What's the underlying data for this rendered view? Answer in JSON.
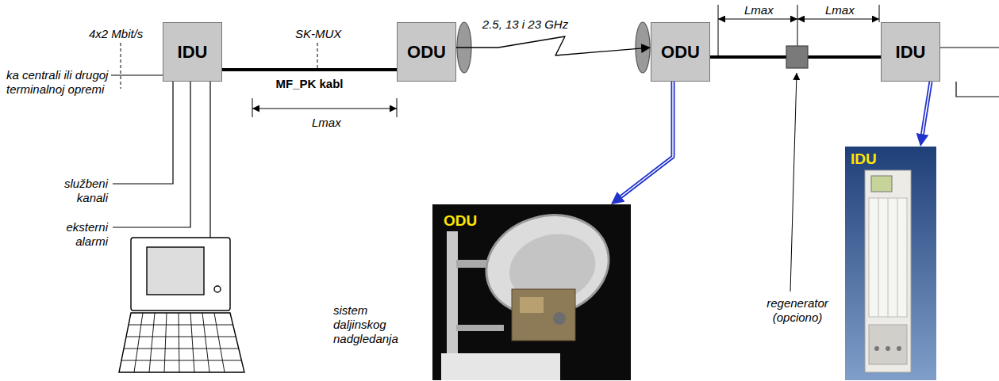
{
  "diagram": {
    "nodes": [
      {
        "text": [
          "IDU"
        ]
      },
      {
        "text": [
          "ODU"
        ]
      },
      {
        "text": [
          "ODU"
        ]
      },
      {
        "text": [
          "IDU"
        ]
      },
      {
        "text": [
          "ODU"
        ]
      },
      {
        "text": [
          "IDU"
        ]
      }
    ],
    "edges": [
      {
        "from": 0,
        "to": 1,
        "arrow": "none",
        "label": "MF_PK kabl"
      },
      {
        "from": 1,
        "to": 2,
        "arrow": "to",
        "label": "2.5, 13 i 23 GHz"
      },
      {
        "from": 2,
        "to": 3,
        "arrow": "none"
      },
      {
        "from": 2,
        "to": 4,
        "arrow": "to"
      },
      {
        "from": 3,
        "to": 5,
        "arrow": "to"
      }
    ],
    "labels": [
      "4x2 Mbit/s",
      "SK-MUX",
      "Lmax",
      "Lmax",
      "ka centrali ili drugoj terminalnoj opremi",
      "Lmax",
      "službeni kanali",
      "eksterni alarmi",
      "regenerator (opciono)",
      "sistem daljinskog nadgledanja"
    ]
  }
}
